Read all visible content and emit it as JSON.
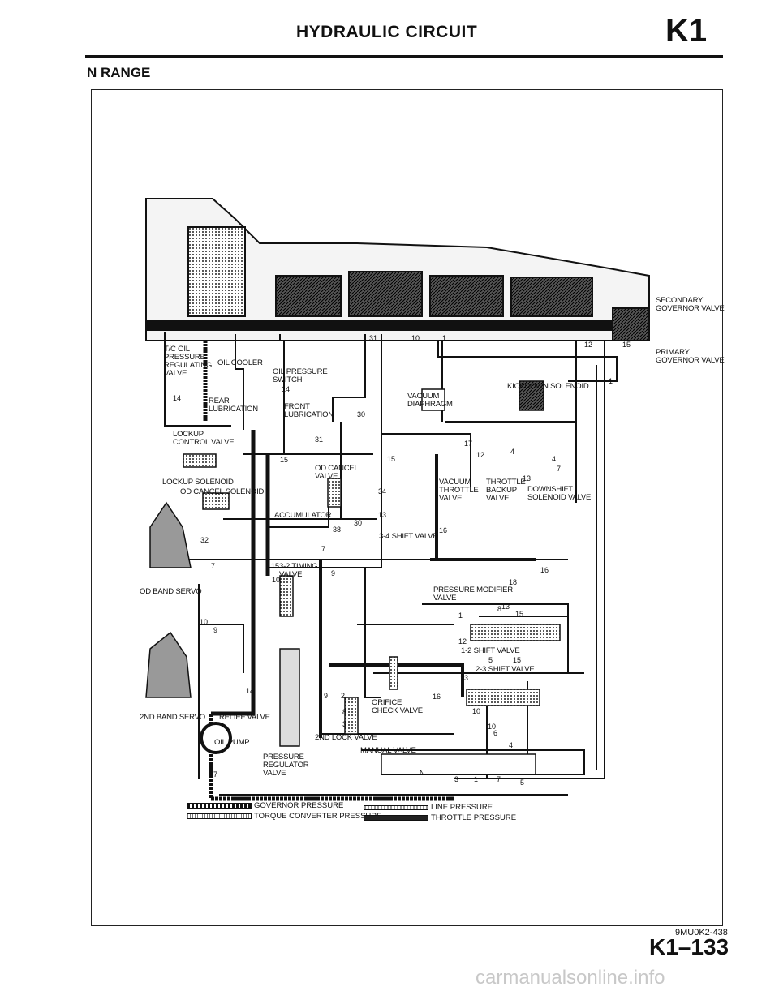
{
  "header": {
    "title": "HYDRAULIC CIRCUIT",
    "section_code": "K1"
  },
  "range_label": "N RANGE",
  "components": [
    "SECONDARY\nGOVERNOR VALVE",
    "PRIMARY\nGOVERNOR VALVE",
    "T/C OIL\nPRESSURE\nREGULATING\nVALVE",
    "OIL COOLER",
    "OIL PRESSURE\nSWITCH",
    "REAR\nLUBRICATION",
    "FRONT\nLUBRICATION",
    "LOCKUP\nCONTROL VALVE",
    "LOCKUP SOLENOID",
    "OD CANCEL SOLENOID",
    "OD CANCEL\nVALVE",
    "ACCUMULATOR",
    "VACUUM\nDIAPHRAGM",
    "KICKDOWN SOLENOID",
    "VACUUM\nTHROTTLE\nVALVE",
    "THROTTLE\nBACKUP\nVALVE",
    "DOWNSHIFT\nSOLENOID VALVE",
    "3-4 SHIFT VALVE",
    "3-2 TIMING\nVALVE",
    "OD BAND SERVO",
    "PRESSURE MODIFIER\nVALVE",
    "1-2 SHIFT VALVE",
    "2-3 SHIFT VALVE",
    "ORIFICE\nCHECK VALVE",
    "2ND BAND SERVO",
    "RELIEF VALVE",
    "OIL PUMP",
    "2ND LOCK VALVE",
    "MANUAL VALVE",
    "PRESSURE\nREGULATOR\nVALVE"
  ],
  "port_numbers": [
    "31",
    "10",
    "1",
    "12",
    "15",
    "1",
    "14",
    "14",
    "31",
    "30",
    "15",
    "30",
    "38",
    "32",
    "7",
    "7",
    "9",
    "15",
    "10",
    "10",
    "17",
    "12",
    "4",
    "4",
    "7",
    "13",
    "15",
    "34",
    "13",
    "16",
    "16",
    "18",
    "8",
    "13",
    "15",
    "1",
    "12",
    "5",
    "15",
    "13",
    "16",
    "10",
    "9",
    "2",
    "8",
    "3",
    "10",
    "6",
    "4",
    "14",
    "7",
    "3",
    "1",
    "7",
    "5",
    "N",
    "9"
  ],
  "legend": {
    "governor": "GOVERNOR PRESSURE",
    "torque_converter": "TORQUE CONVERTER PRESSURE",
    "line": "LINE PRESSURE",
    "throttle": "THROTTLE PRESSURE"
  },
  "footer": {
    "figure_code": "9MU0K2-438",
    "page": "K1–133"
  },
  "watermark": "carmanualsonline.info"
}
